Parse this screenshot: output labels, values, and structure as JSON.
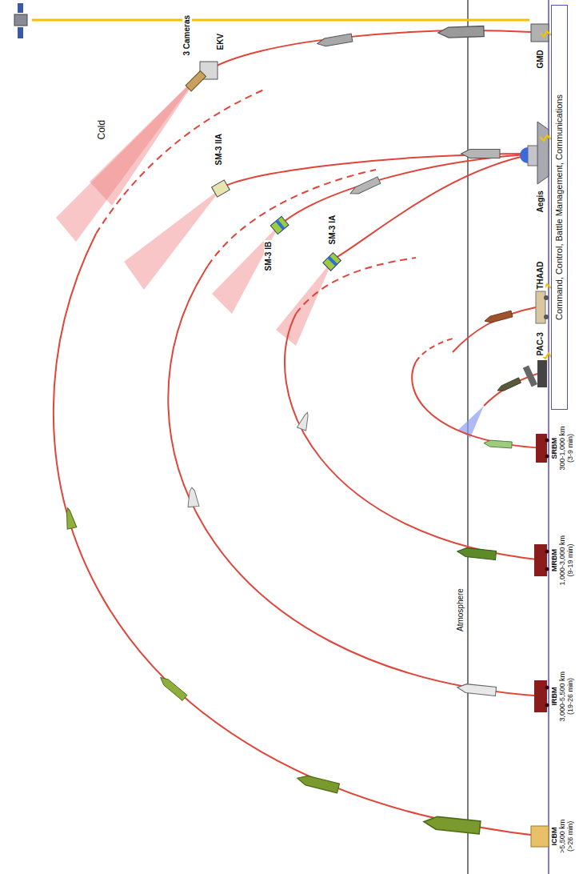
{
  "diagram": {
    "nodes": [
      {
        "text": [
          "Command, Control, Battle Management, Communications"
        ]
      }
    ],
    "labels": [
      "Cold",
      "3 Cameras",
      "EKV",
      "SM-3 IIA",
      "SM-3 IB",
      "SM-3 IA",
      "Atmosphere",
      "GMD",
      "Aegis",
      "THAAD",
      "PAC-3",
      "SRBM",
      "300-1,000 km",
      "(3-9 min)",
      "MRBM",
      "1,000-3,000 km",
      "(9-19 min)",
      "IRBM",
      "3,000-5,500 km",
      "(19-26 min)",
      "ICBM",
      ">5,500 km",
      "(>26 min)"
    ]
  }
}
